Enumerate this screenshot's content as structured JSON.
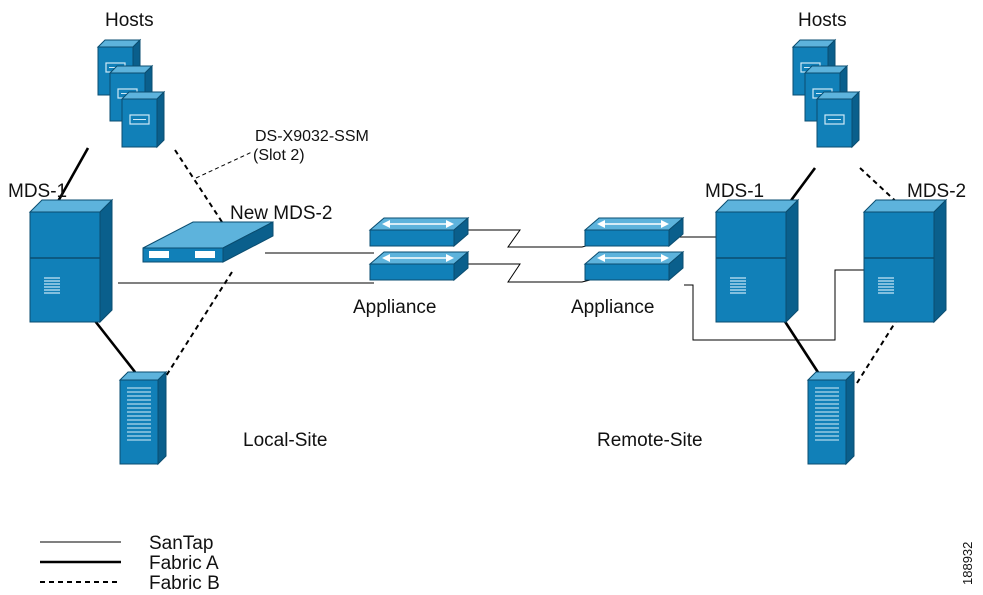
{
  "colors": {
    "device_front": "#1180b8",
    "device_top": "#5db3dc",
    "device_side": "#0a5f8c",
    "line": "#000000",
    "background": "#ffffff"
  },
  "local_site": {
    "hosts_label": "Hosts",
    "module_label_line1": "DS-X9032-SSM",
    "module_label_line2": "(Slot 2)",
    "mds1_label": "MDS-1",
    "new_mds2_label": "New MDS-2",
    "appliance_label": "Appliance",
    "site_label": "Local-Site"
  },
  "remote_site": {
    "hosts_label": "Hosts",
    "mds1_label": "MDS-1",
    "mds2_label": "MDS-2",
    "appliance_label": "Appliance",
    "site_label": "Remote-Site"
  },
  "legend": [
    {
      "label": "SanTap",
      "style": "thin-solid"
    },
    {
      "label": "Fabric A",
      "style": "thick-solid"
    },
    {
      "label": "Fabric B",
      "style": "dashed"
    }
  ],
  "figure_id": "188932"
}
